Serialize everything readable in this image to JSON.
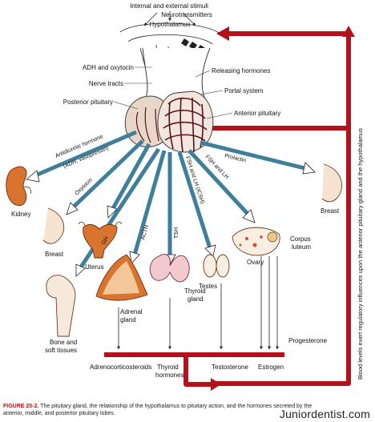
{
  "labels": {
    "stimuli": "Internal and external stimuli",
    "neurotransmitters": "Neurotransmitters",
    "hypothalamus": "Hypothalamus",
    "adh_oxytocin": "ADH and oxytocin",
    "releasing_hormones": "Releasing hormones",
    "nerve_tracts": "Nerve tracts",
    "portal_system": "Portal system",
    "posterior_pituitary": "Posterior pituitary",
    "anterior_pituitary": "Anterior pituitary",
    "antidiuretic": "Antidiuretic hormone",
    "adh_vasopressin": "(ADH, vasopressin)",
    "oxytocin": "Oxytocin",
    "kidney": "Kidney",
    "breast_left": "Breast",
    "uterus": "Uterus",
    "prolactin": "Prolactin",
    "breast_right": "Breast",
    "fsh_lh": "FSH and LH",
    "fsh_lh_icsh": "FSH and LH (ICSH)",
    "corpus": "Corpus",
    "luteum": "luteum",
    "ovary": "Ovary",
    "gh": "GH",
    "acth": "ACTH",
    "tsh": "TSH",
    "testes": "Testes",
    "adrenal_1": "Adrenal",
    "adrenal_2": "gland",
    "thyroid_1": "Thyroid",
    "thyroid_2": "gland",
    "bone_1": "Bone and",
    "bone_2": "soft tissues",
    "progesterone": "Progesterone",
    "adrenocorticosteroids": "Adrenocorticosteroids",
    "thyroid_h1": "Thyroid",
    "thyroid_h2": "hormones",
    "testosterone": "Testosterone",
    "estrogen": "Estrogen",
    "feedback": "Blood levels exert regulatory influences upon the anterior pituitary gland and the hypothalamus"
  },
  "caption": {
    "figure": "FIGURE 20-2.",
    "text": " The pituitary gland, the relationship of the hypothalamus to pituitary action, and the hormones secreted by the anterior, middle, and posterior pituitary lobes."
  },
  "watermark": "Juniordentist.com",
  "colors": {
    "feedback_red": "#b3121b",
    "hormone_blue": "#3f7f9c",
    "gland_tan": "#e8d7c8",
    "tissue_brown": "#8a3a1a",
    "organ_orange": "#d9742e",
    "thyroid_pink": "#f1c9cf"
  }
}
